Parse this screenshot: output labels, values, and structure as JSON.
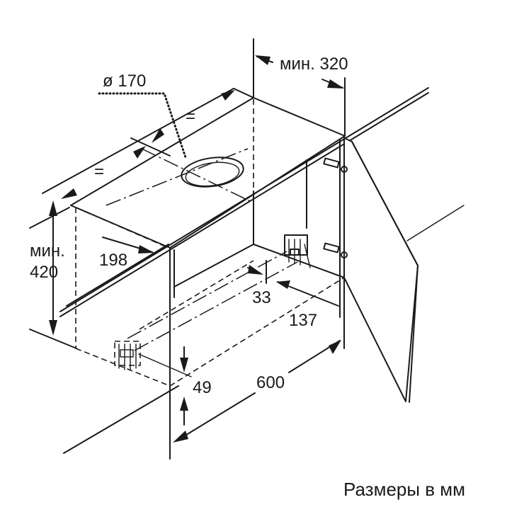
{
  "dimensions": {
    "diameter": "ø 170",
    "equal_left": "=",
    "equal_right": "=",
    "min_depth": "мин. 320",
    "min_height_line1": "мин.",
    "min_height_line2": "420",
    "offset_198": "198",
    "offset_33": "33",
    "offset_137": "137",
    "offset_49": "49",
    "width_600": "600"
  },
  "caption": "Размеры в мм"
}
